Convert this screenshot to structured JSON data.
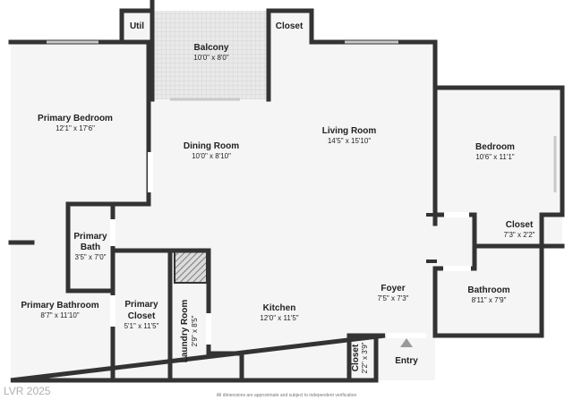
{
  "rooms": {
    "util": {
      "name": "Util"
    },
    "closet_top": {
      "name": "Closet"
    },
    "balcony": {
      "name": "Balcony",
      "dims": "10'0\" x 8'0\""
    },
    "primary_bedroom": {
      "name": "Primary Bedroom",
      "dims": "12'1\" x 17'6\""
    },
    "dining_room": {
      "name": "Dining Room",
      "dims": "10'0\" x 8'10\""
    },
    "living_room": {
      "name": "Living Room",
      "dims": "14'5\" x 15'10\""
    },
    "bedroom": {
      "name": "Bedroom",
      "dims": "10'6\" x 11'1\""
    },
    "closet_right": {
      "name": "Closet",
      "dims": "7'3\" x 2'2\""
    },
    "primary_bath": {
      "name": "Primary Bath",
      "name_line1": "Primary",
      "name_line2": "Bath",
      "dims": "3'5\" x 7'0\""
    },
    "primary_bathroom": {
      "name": "Primary Bathroom",
      "dims": "8'7\" x 11'10\""
    },
    "primary_closet": {
      "name": "Primary Closet",
      "name_line1": "Primary",
      "name_line2": "Closet",
      "dims": "5'1\" x 11'5\""
    },
    "laundry_room": {
      "name": "Laundry Room",
      "dims": "2'9\" x 8'5\""
    },
    "kitchen": {
      "name": "Kitchen",
      "dims": "12'0\" x 11'5\""
    },
    "foyer": {
      "name": "Foyer",
      "dims": "7'5\" x 7'3\""
    },
    "bathroom": {
      "name": "Bathroom",
      "dims": "8'11\" x 7'9\""
    },
    "closet_foyer": {
      "name": "Closet",
      "dims": "2'2\" x 3'9\""
    }
  },
  "entry": {
    "label": "Entry"
  },
  "footer": {
    "disclaimer": "All dimensions are approximate and subject to independent verification",
    "watermark": "LVR 2025"
  },
  "colors": {
    "wall": "#333333",
    "floor": "#f5f5f5",
    "balcony": "#e8e8e8",
    "entry_arrow": "#999999"
  }
}
